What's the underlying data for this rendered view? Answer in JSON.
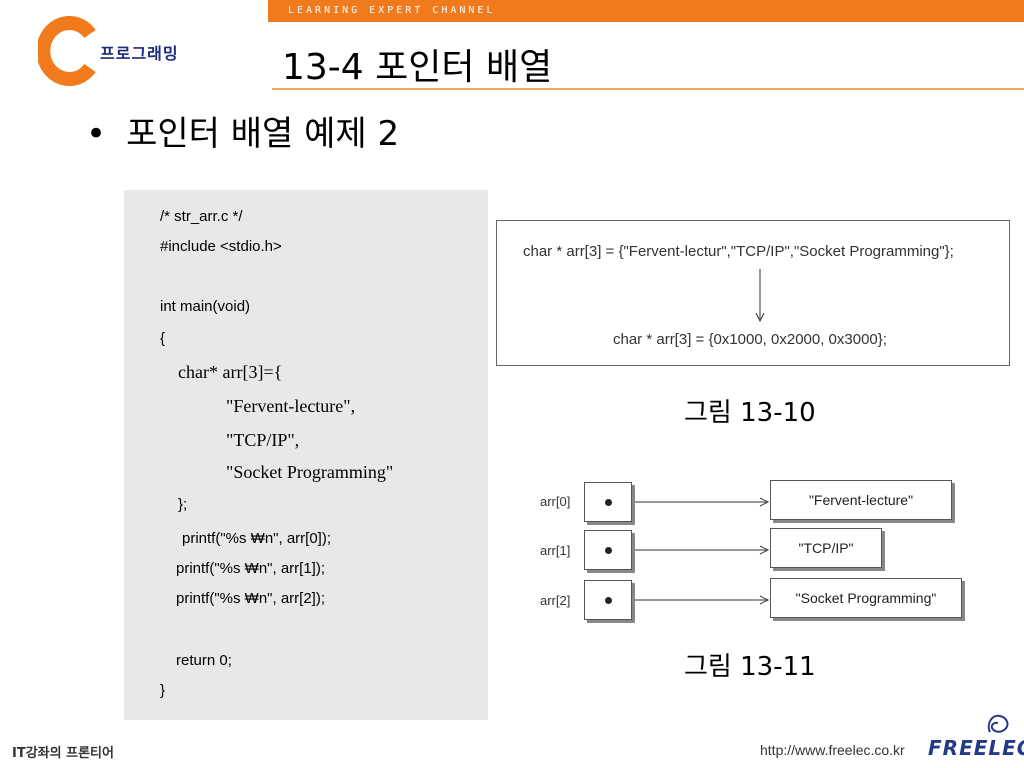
{
  "header": {
    "channel": "LEARNING EXPERT CHANNEL",
    "logo_text": "프로그래밍",
    "title": "13-4 포인터 배열"
  },
  "bullet": "포인터 배열 예제 2",
  "code": {
    "lines": [
      "/* str_arr.c */",
      "#include <stdio.h>",
      "int main(void)",
      "{",
      "char* arr[3]={",
      "\"Fervent-lecture\",",
      "\"TCP/IP\",",
      "\"Socket Programming\"",
      "};",
      "printf(\"%s ₩n\", arr[0]);",
      "printf(\"%s ₩n\", arr[1]);",
      "printf(\"%s ₩n\", arr[2]);",
      "return 0;",
      "}"
    ]
  },
  "figure1": {
    "line1": "char * arr[3] = {\"Fervent-lectur\",\"TCP/IP\",\"Socket Programming\"};",
    "line2": "char * arr[3] = {0x1000, 0x2000, 0x3000};",
    "caption": "그림 13-10"
  },
  "figure2": {
    "rows": [
      {
        "index": "arr[0]",
        "value": "\"Fervent-lecture\""
      },
      {
        "index": "arr[1]",
        "value": "\"TCP/IP\""
      },
      {
        "index": "arr[2]",
        "value": "\"Socket Programming\""
      }
    ],
    "caption": "그림 13-11"
  },
  "footer": {
    "left": "IT강좌의 프론티어",
    "url": "http://www.freelec.co.kr",
    "brand": "FREELEC"
  },
  "colors": {
    "accent": "#f07a1c",
    "brand": "#233a8a",
    "code_bg": "#e8e8e8"
  }
}
